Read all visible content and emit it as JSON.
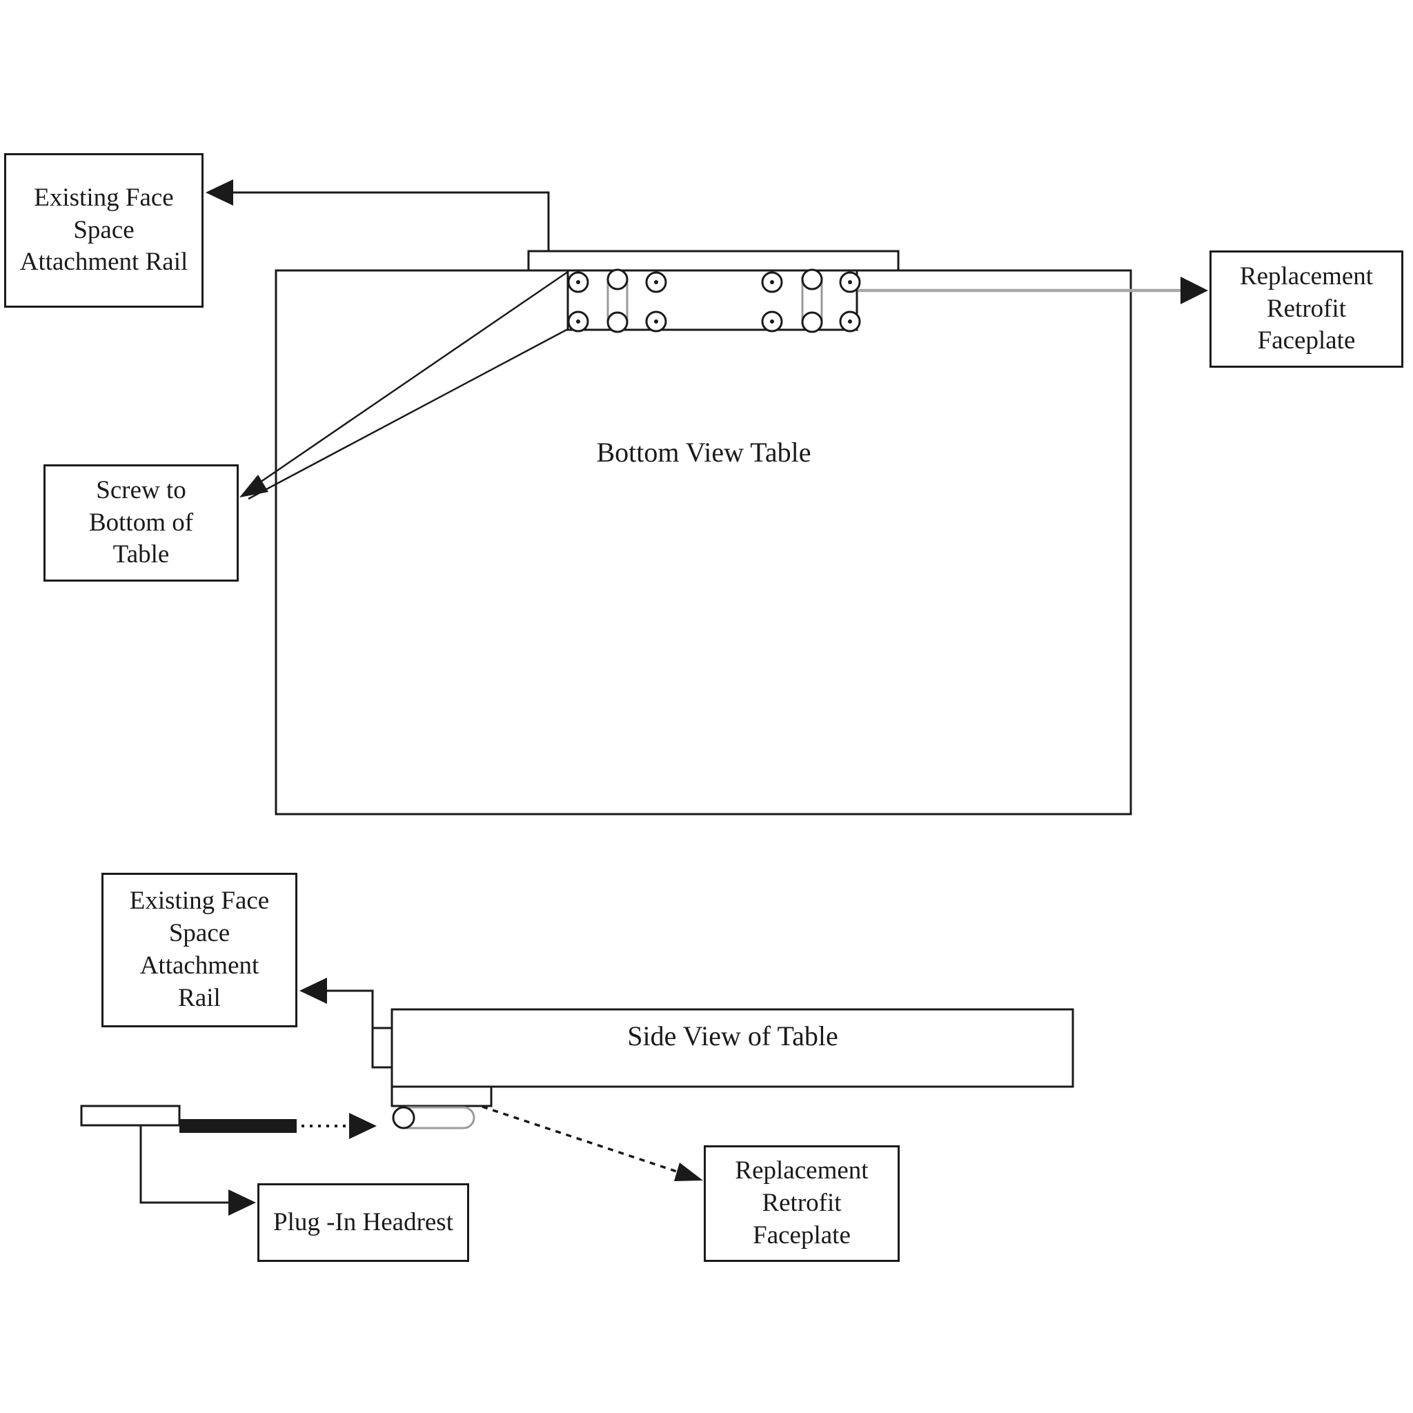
{
  "colors": {
    "ink": "#1a1a1a",
    "gray_line": "#a6a6a6",
    "background": "#ffffff"
  },
  "top_view": {
    "title": "Bottom View Table",
    "rail_box": "Existing Face Space Attachment Rail",
    "screw_box": "Screw to Bottom of Table",
    "faceplate_box": "Replacement Retrofit Faceplate"
  },
  "side_view": {
    "title": "Side View of Table",
    "rail_box": "Existing Face Space Attachment Rail",
    "headrest_box": "Plug -In Headrest",
    "faceplate_box": "Replacement Retrofit Faceplate"
  }
}
